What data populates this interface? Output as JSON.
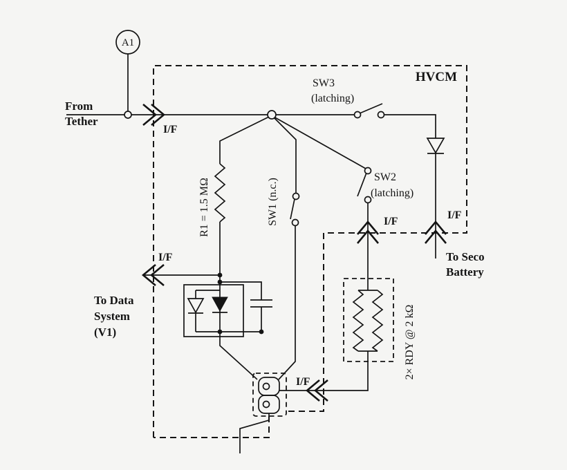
{
  "colors": {
    "background": "#f5f5f3",
    "ink": "#141414"
  },
  "diagram": {
    "module_label": "HVCM",
    "ammeter_label": "A1",
    "source": {
      "line1": "From",
      "line2": "Tether"
    },
    "interfaces": {
      "tether": "I/F",
      "data_system": "I/F",
      "rdy": "I/F",
      "sw2": "I/F",
      "battery": "I/F"
    },
    "switches": {
      "sw3": {
        "name": "SW3",
        "type": "(latching)"
      },
      "sw2": {
        "name": "SW2",
        "type": "(latching)"
      },
      "sw1": {
        "name": "SW1 (n.c.)"
      }
    },
    "components": {
      "r1": "R1 = 1.5 MΩ",
      "rdy": "2× RDY @ 2 kΩ"
    },
    "destinations": {
      "seco_battery": {
        "line1": "To Seco",
        "line2": "Battery"
      },
      "data_system": {
        "line1": "To Data",
        "line2": "System",
        "line3": "(V1)"
      }
    }
  }
}
